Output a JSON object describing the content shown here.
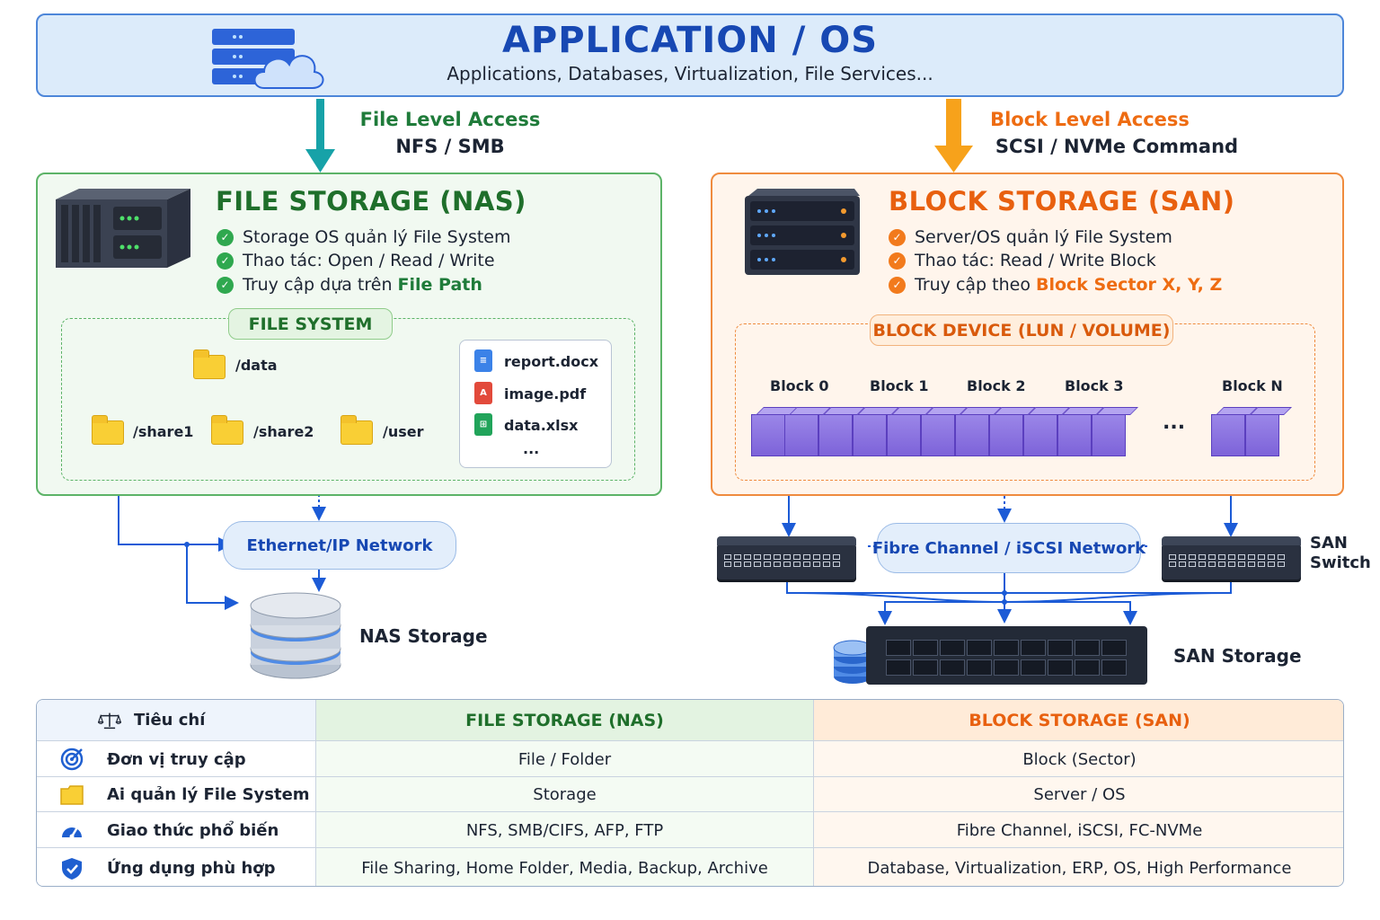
{
  "application": {
    "title": "APPLICATION / OS",
    "subtitle": "Applications, Databases, Virtualization, File Services..."
  },
  "file_access": {
    "title": "File Level Access",
    "protocol": "NFS / SMB"
  },
  "block_access": {
    "title": "Block Level Access",
    "protocol": "SCSI / NVMe Command"
  },
  "nas": {
    "title": "FILE STORAGE (NAS)",
    "bullets": [
      "Storage OS quản lý File System",
      "Thao tác: Open / Read / Write"
    ],
    "bullet3_prefix": "Truy cập dựa trên ",
    "bullet3_highlight": "File Path",
    "fs_label": "FILE SYSTEM",
    "folders": {
      "root": "/data",
      "children": [
        "/share1",
        "/share2",
        "/user"
      ]
    },
    "files": [
      "report.docx",
      "image.pdf",
      "data.xlsx"
    ],
    "files_more": "...",
    "network": "Ethernet/IP Network",
    "storage": "NAS Storage"
  },
  "san": {
    "title": "BLOCK STORAGE (SAN)",
    "bullets": [
      "Server/OS quản lý File System",
      "Thao tác: Read / Write Block"
    ],
    "bullet3_prefix": "Truy cập theo ",
    "bullet3_highlight": "Block Sector X, Y, Z",
    "device_label": "BLOCK DEVICE (LUN / VOLUME)",
    "block_labels": [
      "Block 0",
      "Block 1",
      "Block 2",
      "Block 3",
      "Block N"
    ],
    "block_ellipsis": "...",
    "network": "Fibre Channel / iSCSI Network",
    "switch_label": [
      "SAN",
      "Switch"
    ],
    "storage": "SAN Storage"
  },
  "comparison": {
    "headers": [
      "Tiêu chí",
      "FILE STORAGE (NAS)",
      "BLOCK STORAGE (SAN)"
    ],
    "rows": [
      {
        "icon": "target-icon",
        "criterion": "Đơn vị truy cập",
        "nas": "File / Folder",
        "san": "Block (Sector)"
      },
      {
        "icon": "folder-icon",
        "criterion": "Ai quản lý File System",
        "nas": "Storage",
        "san": "Server / OS"
      },
      {
        "icon": "gauge-icon",
        "criterion": "Giao thức phổ biến",
        "nas": "NFS, SMB/CIFS, AFP, FTP",
        "san": "Fibre Channel, iSCSI, FC-NVMe"
      },
      {
        "icon": "shield-icon",
        "criterion": "Ứng dụng phù hợp",
        "nas": "File Sharing, Home Folder, Media, Backup, Archive",
        "san": "Database, Virtualization, ERP, OS, High Performance"
      }
    ]
  },
  "colors": {
    "app_blue": "#1748b3",
    "nas_green": "#1f6f2b",
    "san_orange": "#e8600f",
    "block_purple": "#7d63d9"
  }
}
